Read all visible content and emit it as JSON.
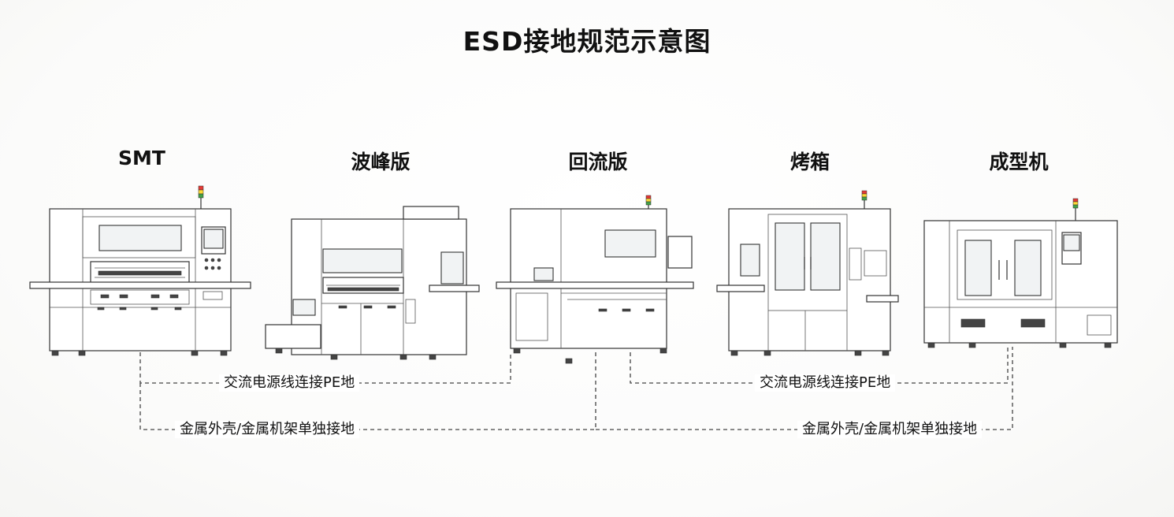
{
  "title": "ESD接地规范示意图",
  "machines": [
    {
      "label": "SMT",
      "icon": "smt-machine-icon"
    },
    {
      "label": "波峰版",
      "icon": "wave-solder-machine-icon"
    },
    {
      "label": "回流版",
      "icon": "reflow-oven-icon"
    },
    {
      "label": "烤箱",
      "icon": "oven-icon"
    },
    {
      "label": "成型机",
      "icon": "molding-machine-icon"
    }
  ],
  "ground_labels": {
    "ac_left": "交流电源线连接PE地",
    "ac_right": "交流电源线连接PE地",
    "metal_left": "金属外壳/金属机架单独接地",
    "metal_right": "金属外壳/金属机架单独接地"
  },
  "colors": {
    "line": "#333333",
    "signal_red": "#e53935",
    "signal_yellow": "#fdd835",
    "signal_green": "#43a047"
  }
}
